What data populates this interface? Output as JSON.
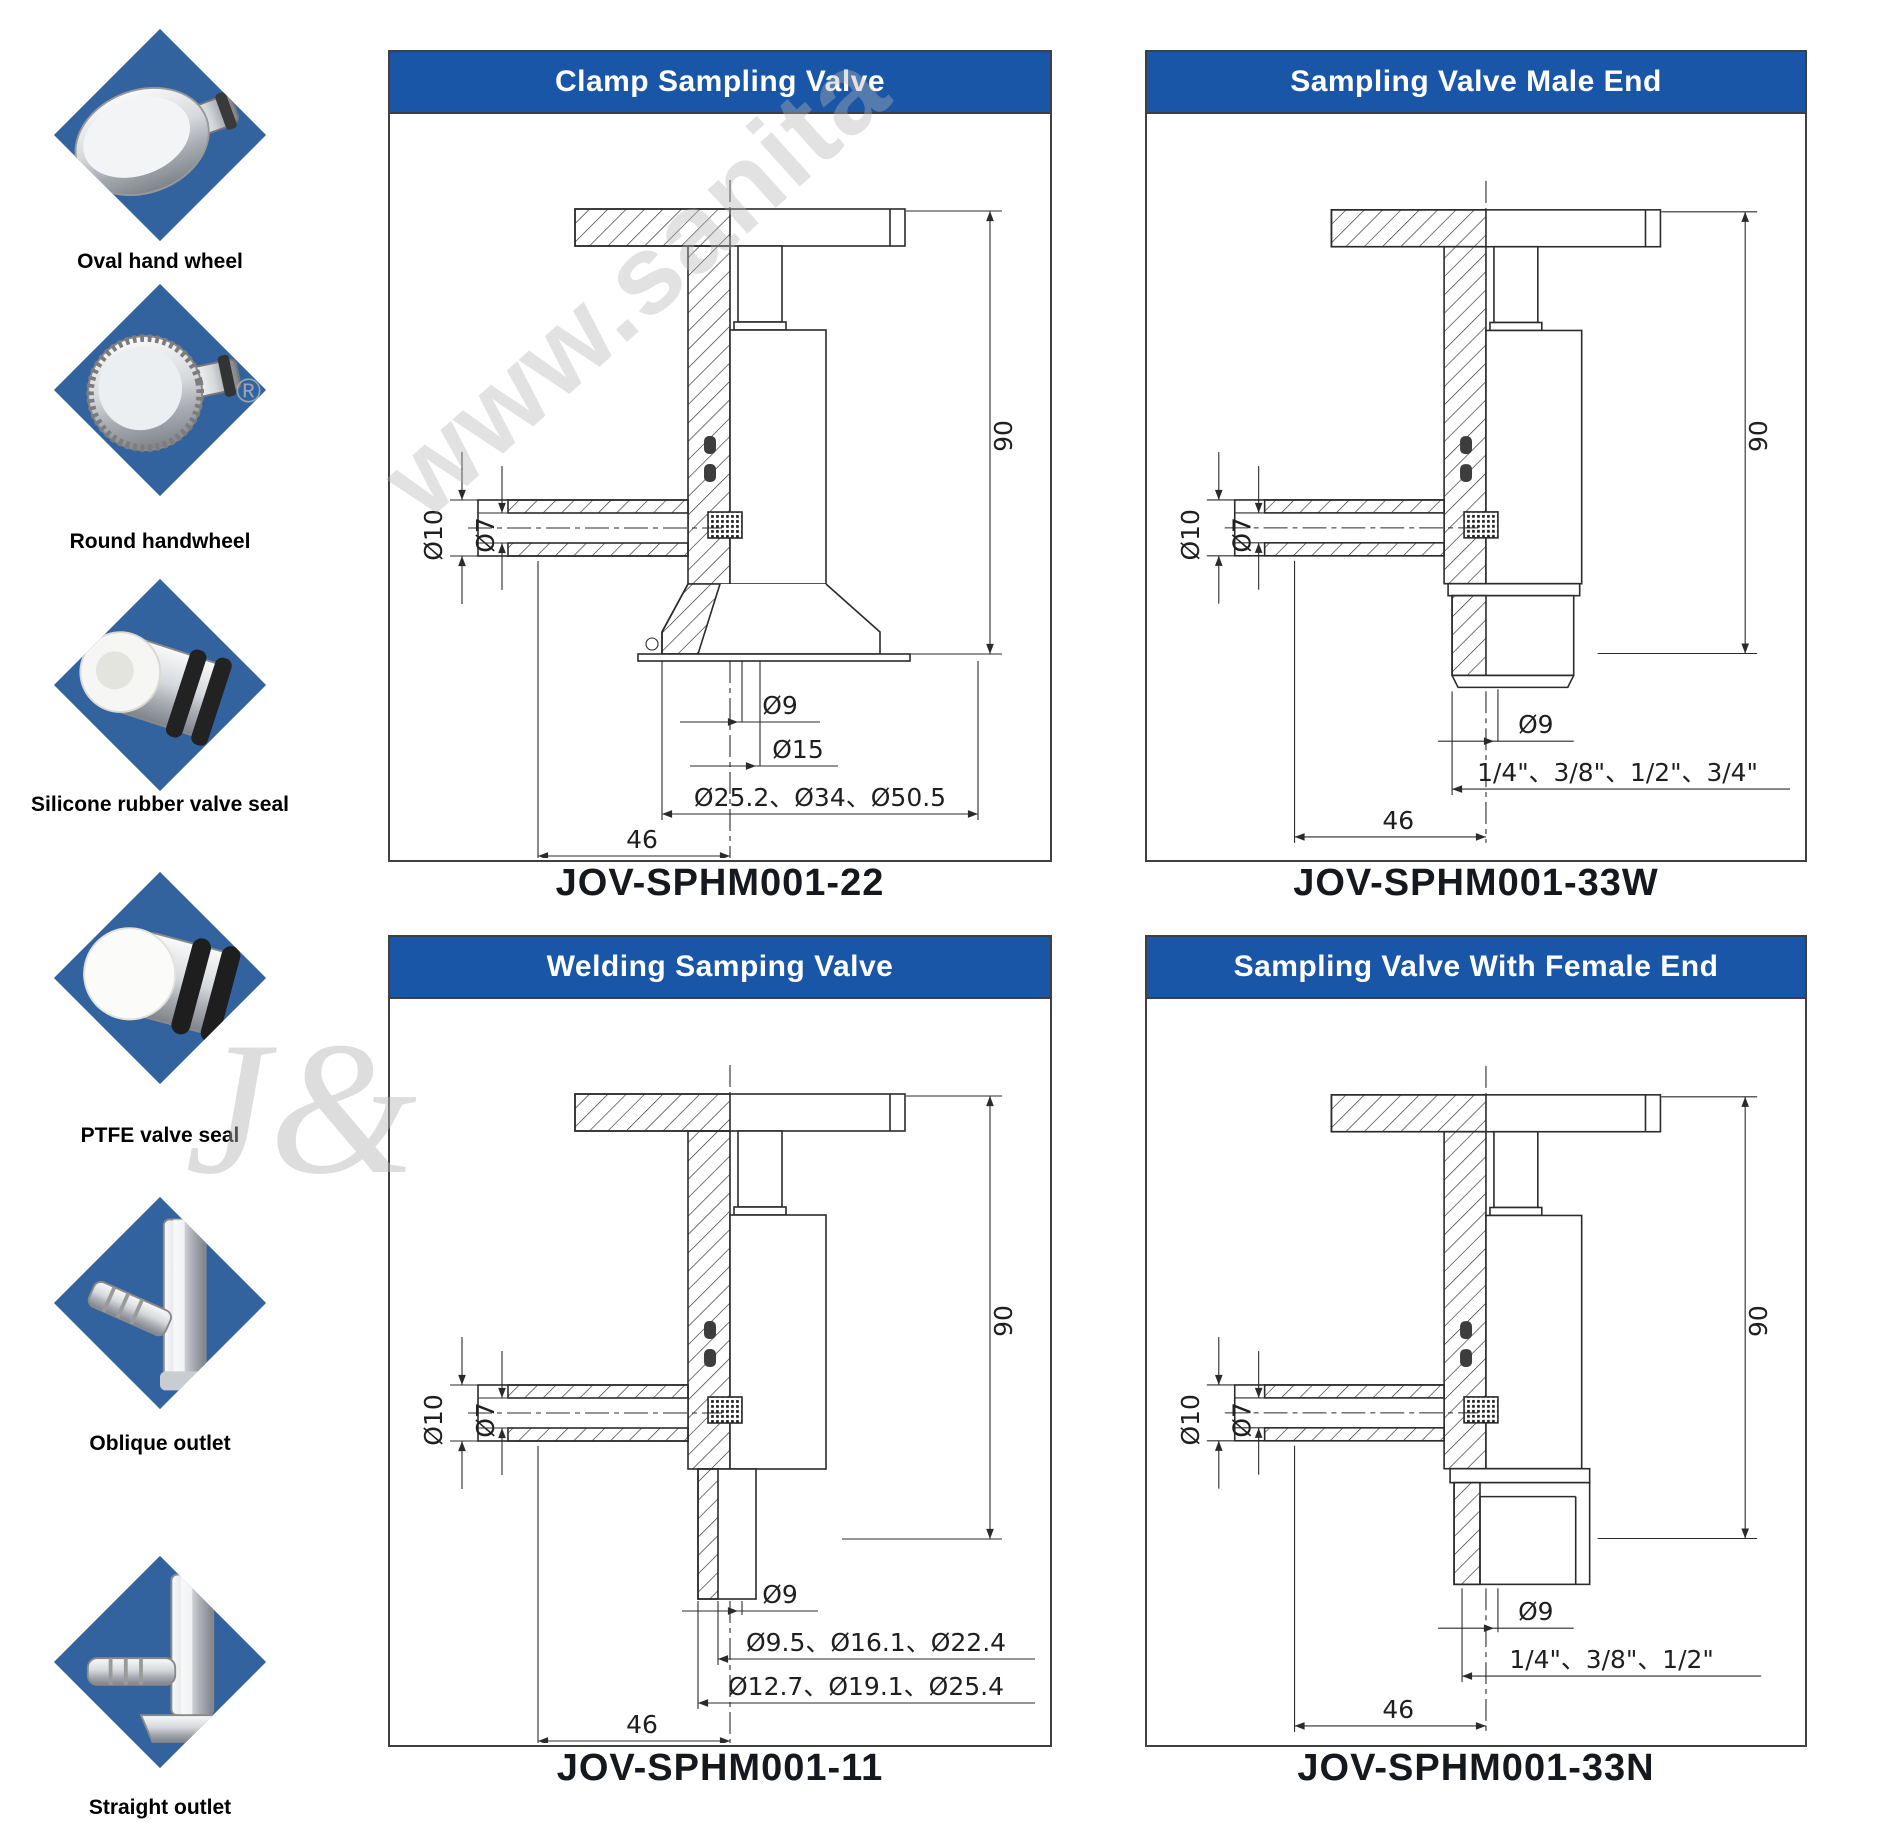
{
  "left_column": {
    "items": [
      {
        "label": "Oval hand wheel",
        "icon": "oval-handwheel-photo"
      },
      {
        "label": "Round handwheel",
        "icon": "round-handwheel-photo"
      },
      {
        "label": "Silicone rubber valve seal",
        "icon": "silicone-seal-photo"
      },
      {
        "label": "PTFE valve seal",
        "icon": "ptfe-seal-photo"
      },
      {
        "label": "Oblique outlet",
        "icon": "oblique-outlet-photo"
      },
      {
        "label": "Straight outlet",
        "icon": "straight-outlet-photo"
      }
    ]
  },
  "watermarks": {
    "site": "www.sanita",
    "logo": "J&",
    "registered": "®"
  },
  "colors": {
    "header_blue": "#1a56a8",
    "diamond_blue": "#33639f",
    "model_text": "#15181d",
    "line": "#2b2b2b",
    "watermark_gray": "#b5b5b5"
  },
  "panels": [
    {
      "id": "clamp",
      "title": "Clamp Sampling Valve",
      "model": "JOV-SPHM001-22",
      "dims": {
        "pipe_outer": "Ø10",
        "pipe_inner": "Ø7",
        "height": "90",
        "bore": "Ø9",
        "seat": "Ø15",
        "flange_options": "Ø25.2、Ø34、Ø50.5",
        "length": "46"
      }
    },
    {
      "id": "male",
      "title": "Sampling Valve Male End",
      "model": "JOV-SPHM001-33W",
      "dims": {
        "pipe_outer": "Ø10",
        "pipe_inner": "Ø7",
        "height": "90",
        "bore": "Ø9",
        "thread_options": "1/4\"、3/8\"、1/2\"、3/4\"",
        "length": "46"
      }
    },
    {
      "id": "weld",
      "title": "Welding Samping Valve",
      "model": "JOV-SPHM001-11",
      "dims": {
        "pipe_outer": "Ø10",
        "pipe_inner": "Ø7",
        "height": "90",
        "bore": "Ø9",
        "tube_id_options": "Ø9.5、Ø16.1、Ø22.4",
        "tube_od_options": "Ø12.7、Ø19.1、Ø25.4",
        "length": "46"
      }
    },
    {
      "id": "female",
      "title": "Sampling Valve With Female End",
      "model": "JOV-SPHM001-33N",
      "dims": {
        "pipe_outer": "Ø10",
        "pipe_inner": "Ø7",
        "height": "90",
        "bore": "Ø9",
        "thread_options": "1/4\"、3/8\"、1/2\"",
        "length": "46"
      }
    }
  ]
}
